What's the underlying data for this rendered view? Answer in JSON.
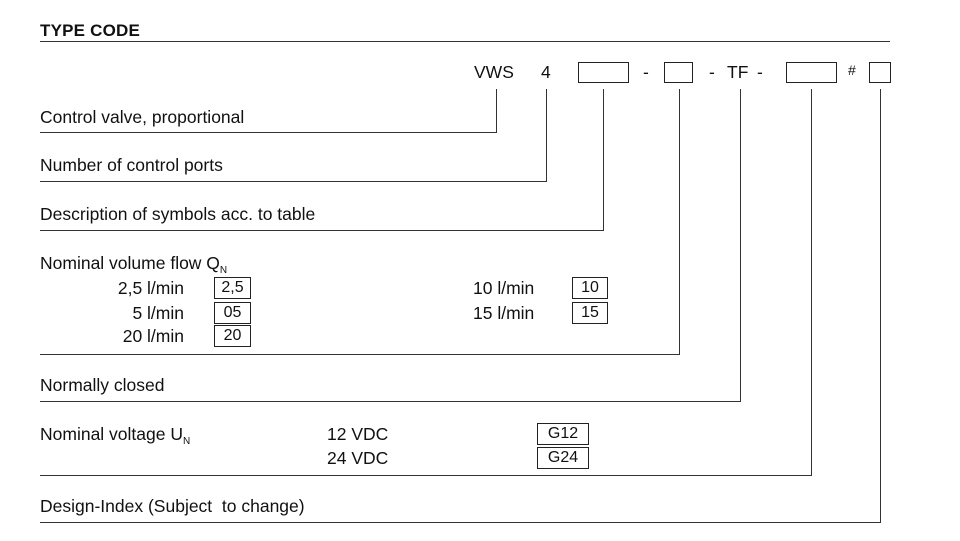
{
  "title": "TYPE CODE",
  "code": {
    "prefix": "VWS",
    "ports": "4",
    "sep1": "-",
    "sep2": "-",
    "tf": "TF",
    "sep3": "-",
    "hash": "#"
  },
  "rows": {
    "control_valve": "Control valve, proportional",
    "control_ports": "Number of control ports",
    "symbols": "Description of symbols acc. to table",
    "flow_label": "Nominal volume flow Q",
    "flow_sub": "N",
    "normally_closed": "Normally closed",
    "voltage_label": "Nominal voltage U",
    "voltage_sub": "N",
    "design_index": "Design-Index (Subject  to change)"
  },
  "flows": [
    {
      "label": "2,5 l/min",
      "code": "2,5"
    },
    {
      "label": "5 l/min",
      "code": "05"
    },
    {
      "label": "20 l/min",
      "code": "20"
    },
    {
      "label": "10 l/min",
      "code": "10"
    },
    {
      "label": "15 l/min",
      "code": "15"
    }
  ],
  "voltages": [
    {
      "label": "12 VDC",
      "code": "G12"
    },
    {
      "label": "24 VDC",
      "code": "G24"
    }
  ]
}
